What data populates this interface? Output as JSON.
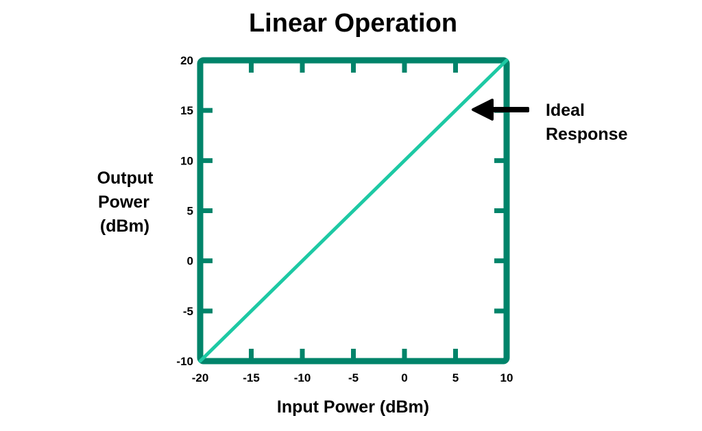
{
  "chart_data": {
    "type": "line",
    "title": "Linear Operation",
    "xlabel": "Input Power (dBm)",
    "ylabel": [
      "Output",
      "Power",
      "(dBm)"
    ],
    "xlim": [
      -20,
      10
    ],
    "ylim": [
      -10,
      20
    ],
    "x_ticks": [
      -20,
      -15,
      -10,
      -5,
      0,
      5,
      10
    ],
    "y_ticks": [
      -10,
      -5,
      0,
      5,
      10,
      15,
      20
    ],
    "x_tick_labels": [
      "-20",
      "-15",
      "-10",
      "-5",
      "0",
      "5",
      "10"
    ],
    "y_tick_labels": [
      "-10",
      "-5",
      "0",
      "5",
      "10",
      "15",
      "20"
    ],
    "grid": false,
    "legend": "none",
    "series": [
      {
        "x": [
          -20,
          10
        ],
        "y": [
          -10,
          20
        ]
      }
    ],
    "annotations": [
      {
        "lines": [
          "Ideal",
          "Response"
        ],
        "points_to": {
          "x": 7,
          "y": 17
        }
      }
    ],
    "colors": {
      "frame": "#00846A",
      "line": "#1DC9A4",
      "text": "#000000",
      "arrow": "#000000"
    }
  }
}
